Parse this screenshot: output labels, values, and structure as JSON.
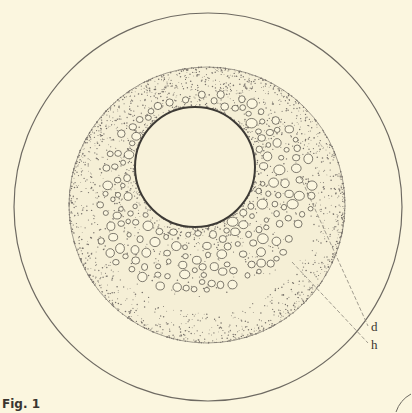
{
  "diagram": {
    "labels": [
      "Fig. 1",
      "d",
      "h"
    ]
  }
}
